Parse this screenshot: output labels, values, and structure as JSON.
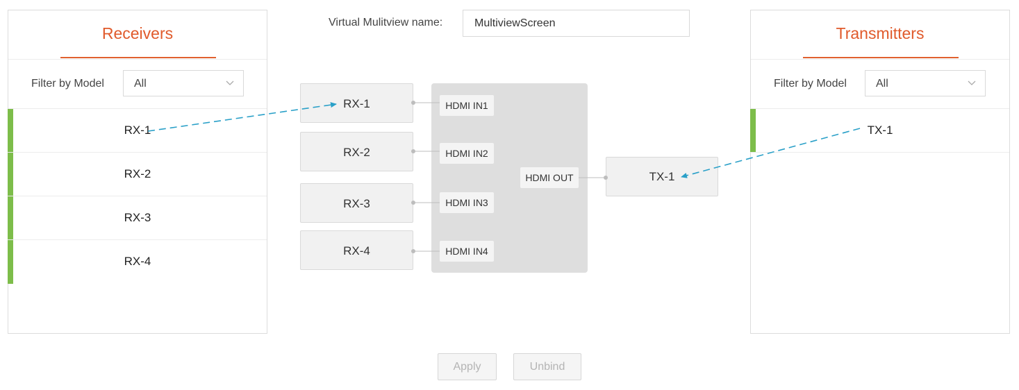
{
  "receivers_panel": {
    "title": "Receivers",
    "filter_label": "Filter by Model",
    "filter_value": "All",
    "items": [
      {
        "label": "RX-1"
      },
      {
        "label": "RX-2"
      },
      {
        "label": "RX-3"
      },
      {
        "label": "RX-4"
      }
    ]
  },
  "transmitters_panel": {
    "title": "Transmitters",
    "filter_label": "Filter by Model",
    "filter_value": "All",
    "items": [
      {
        "label": "TX-1"
      }
    ]
  },
  "multiview": {
    "name_label": "Virtual Mulitview name:",
    "name_value": "MultiviewScreen",
    "inputs": [
      {
        "rx": "RX-1",
        "port": "HDMI IN1"
      },
      {
        "rx": "RX-2",
        "port": "HDMI IN2"
      },
      {
        "rx": "RX-3",
        "port": "HDMI IN3"
      },
      {
        "rx": "RX-4",
        "port": "HDMI IN4"
      }
    ],
    "output_port": "HDMI OUT",
    "output_tx": "TX-1"
  },
  "actions": {
    "apply_label": "Apply",
    "unbind_label": "Unbind"
  },
  "colors": {
    "accent": "#e05a2b",
    "status_bar": "#7dbd4a",
    "link_arrow": "#2aa0c8"
  },
  "icons": {
    "dropdown": "chevron-down-icon",
    "arrow": "dashed-arrow-icon"
  }
}
